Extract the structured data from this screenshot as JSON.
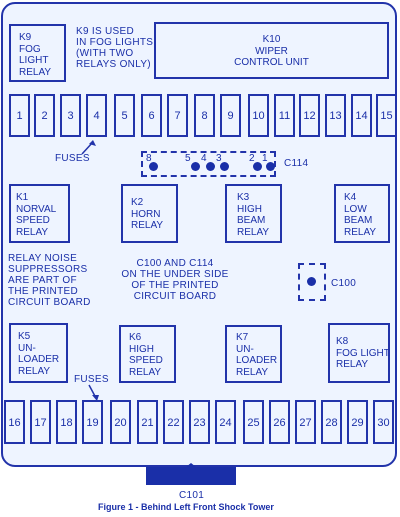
{
  "relays": {
    "k9": "K9\nFOG\nLIGHT\nRELAY",
    "k10": "K10\nWIPER\nCONTROL UNIT",
    "k1": "K1\nNORVAL\nSPEED\nRELAY",
    "k2": "K2\nHORN\nRELAY",
    "k3": "K3\nHIGH\nBEAM\nRELAY",
    "k4": "K4\nLOW\nBEAM\nRELAY",
    "k5": "K5\nUN-\nLOADER\nRELAY",
    "k6": "K6\nHIGH\nSPEED\nRELAY",
    "k7": "K7\nUN-\nLOADER\nRELAY",
    "k8": "K8\nFOG LIGHT\nRELAY"
  },
  "notes": {
    "k9_note": "K9 IS USED\nIN FOG LIGHTS\n(WITH TWO\nRELAYS ONLY)",
    "suppressors": "RELAY NOISE\nSUPPRESSORS\nARE PART OF\nTHE PRINTED\nCIRCUIT BOARD",
    "c100_c114": "C100 AND C114\nON THE UNDER SIDE\nOF THE PRINTED\nCIRCUIT BOARD",
    "fuses_top": "FUSES",
    "fuses_bottom": "FUSES"
  },
  "connectors": {
    "c114": "C114",
    "c100": "C100",
    "c101": "C101",
    "c114_pins": [
      "8",
      "5",
      "4",
      "3",
      "2",
      "1"
    ]
  },
  "fuses_top": [
    "1",
    "2",
    "3",
    "4",
    "5",
    "6",
    "7",
    "8",
    "9",
    "10",
    "11",
    "12",
    "13",
    "14",
    "15"
  ],
  "fuses_bottom": [
    "16",
    "17",
    "18",
    "19",
    "20",
    "21",
    "22",
    "23",
    "24",
    "25",
    "26",
    "27",
    "28",
    "29",
    "30"
  ],
  "caption": "Figure 1 - Behind Left Front Shock Tower",
  "colors": {
    "line": "#2233aa",
    "text": "#1a2fa8",
    "fill": "#eef4ff"
  }
}
